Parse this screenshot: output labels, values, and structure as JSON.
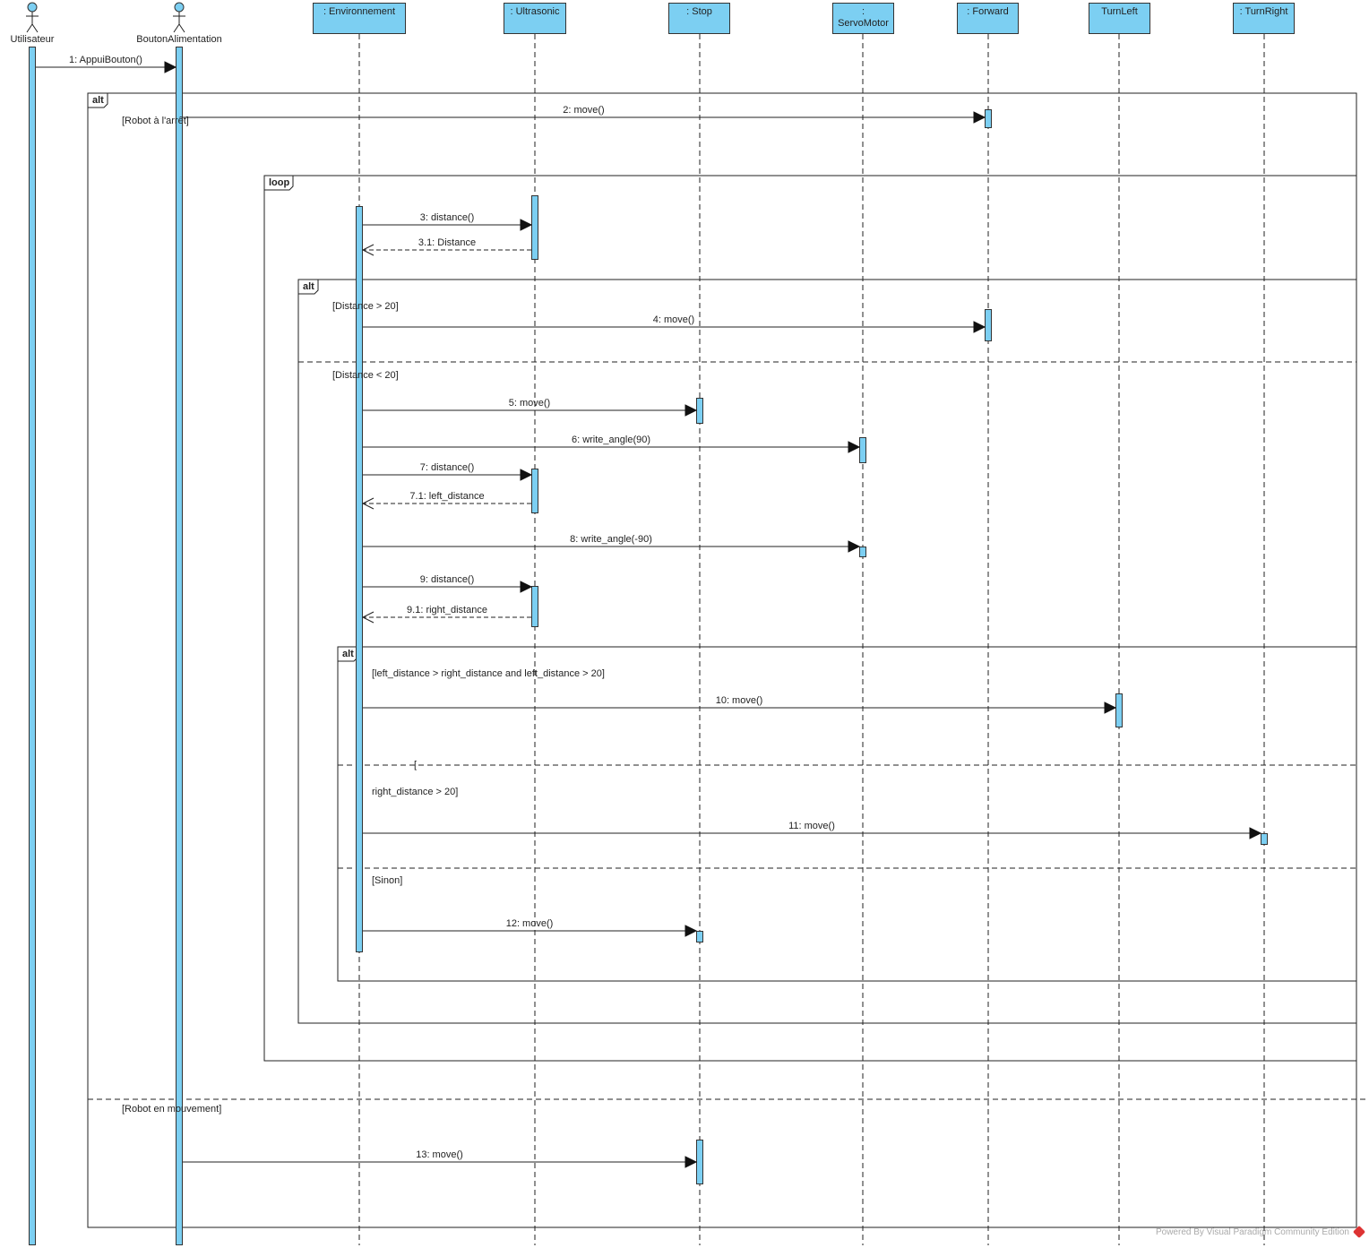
{
  "actors": [
    {
      "id": "user",
      "label": "Utilisateur"
    },
    {
      "id": "button",
      "label": "BoutonAlimentation"
    }
  ],
  "lifelines": [
    {
      "id": "env",
      "label": ": Environnement"
    },
    {
      "id": "ultra",
      "label": ": Ultrasonic"
    },
    {
      "id": "stop",
      "label": ": Stop"
    },
    {
      "id": "servo",
      "label": ":\nServoMotor"
    },
    {
      "id": "forward",
      "label": ": Forward"
    },
    {
      "id": "turnleft",
      "label": "TurnLeft"
    },
    {
      "id": "turnright",
      "label": ": TurnRight"
    }
  ],
  "messages": [
    {
      "label": "1: AppuiBouton()",
      "from": "user",
      "to": "button",
      "kind": "sync"
    },
    {
      "label": "2: move()",
      "from": "button",
      "to": "forward",
      "kind": "sync"
    },
    {
      "label": "3: distance()",
      "from": "env",
      "to": "ultra",
      "kind": "sync"
    },
    {
      "label": "3.1: Distance",
      "from": "ultra",
      "to": "env",
      "kind": "reply"
    },
    {
      "label": "4: move()",
      "from": "env",
      "to": "forward",
      "kind": "sync"
    },
    {
      "label": "5: move()",
      "from": "env",
      "to": "stop",
      "kind": "sync"
    },
    {
      "label": "6: write_angle(90)",
      "from": "env",
      "to": "servo",
      "kind": "sync"
    },
    {
      "label": "7: distance()",
      "from": "env",
      "to": "ultra",
      "kind": "sync"
    },
    {
      "label": "7.1: left_distance",
      "from": "ultra",
      "to": "env",
      "kind": "reply"
    },
    {
      "label": "8: write_angle(-90)",
      "from": "env",
      "to": "servo",
      "kind": "sync"
    },
    {
      "label": "9: distance()",
      "from": "env",
      "to": "ultra",
      "kind": "sync"
    },
    {
      "label": "9.1: right_distance",
      "from": "ultra",
      "to": "env",
      "kind": "reply"
    },
    {
      "label": "10: move()",
      "from": "env",
      "to": "turnleft",
      "kind": "sync"
    },
    {
      "label": "11: move()",
      "from": "env",
      "to": "turnright",
      "kind": "sync"
    },
    {
      "label": "12: move()",
      "from": "env",
      "to": "stop",
      "kind": "sync"
    },
    {
      "label": "13: move()",
      "from": "button",
      "to": "stop",
      "kind": "sync"
    }
  ],
  "fragments": [
    {
      "operator": "alt",
      "guards": [
        "[Robot à l'arrêt]",
        "[Robot en mouvement]"
      ]
    },
    {
      "operator": "loop",
      "guards": []
    },
    {
      "operator": "alt",
      "guards": [
        "[Distance > 20]",
        "[Distance < 20]"
      ]
    },
    {
      "operator": "alt",
      "guards": [
        "[left_distance > right_distance and left_distance > 20]",
        "[",
        "right_distance > 20]",
        "[Sinon]"
      ]
    }
  ],
  "footer": "Powered By  Visual Paradigm Community Edition",
  "colors": {
    "activation": "#7ccff2",
    "line": "#333333"
  }
}
